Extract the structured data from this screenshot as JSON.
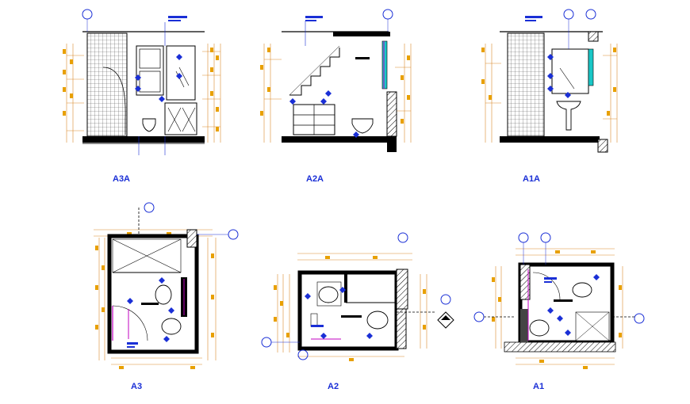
{
  "sheet": {
    "colors": {
      "wall": "#000000",
      "tile": "#444444",
      "dimension": "#d98a2c",
      "dim_text": "#e8a000",
      "callout": "#1a2fd6",
      "accent": "#c000c0",
      "highlight": "#ffff33",
      "glass": "#19c7c7"
    },
    "views": [
      {
        "id": "elev-a3a",
        "kind": "elevation",
        "label": "A3A",
        "sublabel": ""
      },
      {
        "id": "elev-a2a",
        "kind": "elevation",
        "label": "A2A",
        "sublabel": ""
      },
      {
        "id": "elev-a1a",
        "kind": "elevation",
        "label": "A1A",
        "sublabel": ""
      },
      {
        "id": "plan-a3",
        "kind": "plan",
        "label": "A3",
        "sublabel": ""
      },
      {
        "id": "plan-a2",
        "kind": "plan",
        "label": "A2",
        "sublabel": ""
      },
      {
        "id": "plan-a1",
        "kind": "plan",
        "label": "A1",
        "sublabel": ""
      }
    ]
  }
}
